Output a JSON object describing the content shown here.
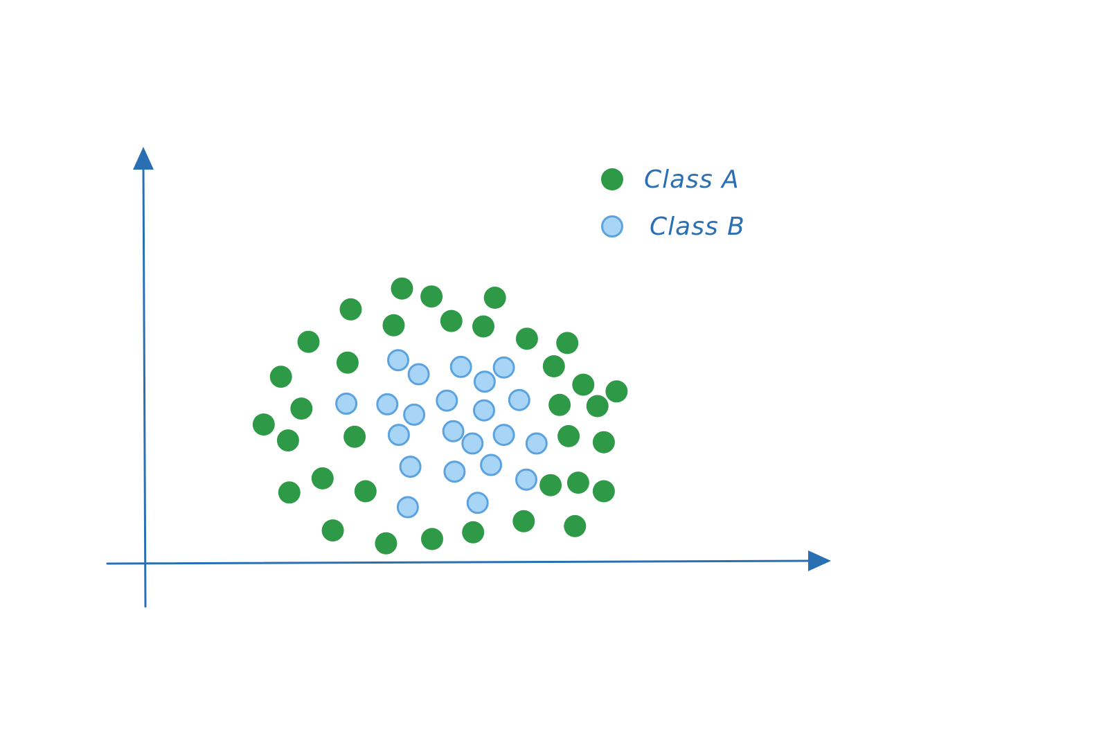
{
  "chart_data": {
    "type": "scatter",
    "title": "",
    "xlabel": "",
    "ylabel": "",
    "xlim": [
      0,
      10
    ],
    "ylim": [
      0,
      6.5
    ],
    "grid": false,
    "legend_position": "top-right",
    "axis_color": "#2a6fb4",
    "series": [
      {
        "name": "Class A",
        "color": "#2e9a47",
        "marker": "filled-circle",
        "points": [
          [
            4.06,
            4.48
          ],
          [
            4.52,
            4.35
          ],
          [
            5.51,
            4.33
          ],
          [
            3.26,
            4.14
          ],
          [
            3.93,
            3.88
          ],
          [
            4.83,
            3.95
          ],
          [
            5.33,
            3.86
          ],
          [
            2.6,
            3.61
          ],
          [
            6.01,
            3.66
          ],
          [
            6.64,
            3.59
          ],
          [
            3.21,
            3.27
          ],
          [
            6.43,
            3.21
          ],
          [
            2.17,
            3.04
          ],
          [
            6.89,
            2.91
          ],
          [
            7.41,
            2.8
          ],
          [
            1.9,
            2.26
          ],
          [
            2.49,
            2.52
          ],
          [
            6.52,
            2.58
          ],
          [
            7.11,
            2.56
          ],
          [
            2.28,
            2.0
          ],
          [
            3.32,
            2.06
          ],
          [
            6.66,
            2.07
          ],
          [
            7.21,
            1.97
          ],
          [
            2.82,
            1.38
          ],
          [
            2.3,
            1.15
          ],
          [
            3.49,
            1.17
          ],
          [
            6.38,
            1.27
          ],
          [
            6.81,
            1.31
          ],
          [
            7.21,
            1.17
          ],
          [
            2.98,
            0.53
          ],
          [
            3.81,
            0.32
          ],
          [
            4.53,
            0.39
          ],
          [
            5.17,
            0.5
          ],
          [
            5.96,
            0.68
          ],
          [
            6.76,
            0.6
          ]
        ]
      },
      {
        "name": "Class B",
        "color": "#a8d4f5",
        "stroke": "#5ba3e0",
        "marker": "outlined-circle",
        "points": [
          [
            4.0,
            3.31
          ],
          [
            4.32,
            3.08
          ],
          [
            4.98,
            3.2
          ],
          [
            5.35,
            2.96
          ],
          [
            5.65,
            3.19
          ],
          [
            3.19,
            2.6
          ],
          [
            3.83,
            2.59
          ],
          [
            4.76,
            2.65
          ],
          [
            5.34,
            2.49
          ],
          [
            5.89,
            2.66
          ],
          [
            4.25,
            2.42
          ],
          [
            4.01,
            2.09
          ],
          [
            4.86,
            2.15
          ],
          [
            5.16,
            1.95
          ],
          [
            5.65,
            2.09
          ],
          [
            6.16,
            1.95
          ],
          [
            4.19,
            1.57
          ],
          [
            4.88,
            1.49
          ],
          [
            5.45,
            1.6
          ],
          [
            6.0,
            1.36
          ],
          [
            4.15,
            0.91
          ],
          [
            5.24,
            0.98
          ]
        ]
      }
    ]
  }
}
